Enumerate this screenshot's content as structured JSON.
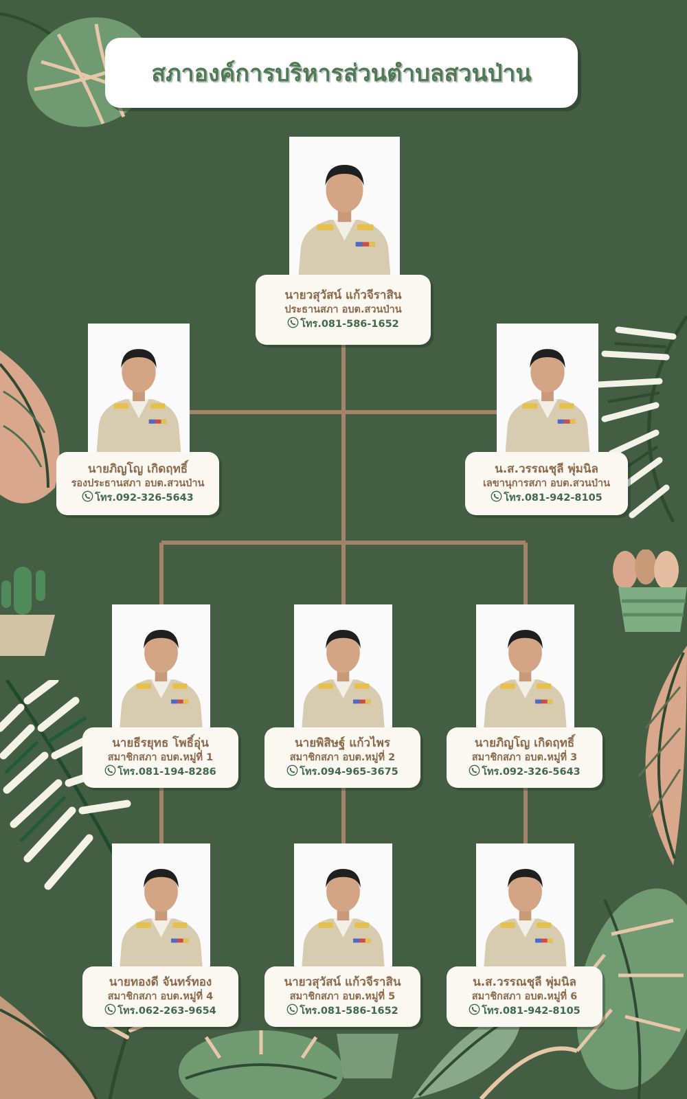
{
  "title": "สภาองค์การบริหารส่วนตำบลสวนป่าน",
  "colors": {
    "background": "#435e43",
    "connector": "#a38468",
    "name_text": "#8b6a4c",
    "phone_text": "#3f6a4c",
    "title_text": "#4f7a55",
    "card_bg": "#fbf8f1"
  },
  "phone_icon": "phone-icon",
  "people": {
    "chairman": {
      "name": "นายวสุวัสน์ แก้วจีราสิน",
      "role": "ประธานสภา อบต.สวนป่าน",
      "phone": "โทร.081-586-1652"
    },
    "vice": {
      "name": "นายภิญโญ  เกิดฤทธิ์",
      "role": "รองประธานสภา อบต.สวนป่าน",
      "phone": "โทร.092-326-5643"
    },
    "secretary": {
      "name": "น.ส.วรรณชุลี พุ่มนิล",
      "role": "เลขานุการสภา อบต.สวนป่าน",
      "phone": "โทร.081-942-8105"
    },
    "m1": {
      "name": "นายธีรยุทธ  โพธิ์อุ่น",
      "role": "สมาชิกสภา อบต.หมู่ที่ 1",
      "phone": "โทร.081-194-8286"
    },
    "m2": {
      "name": "นายพิสิษฐ์  แก้วไพร",
      "role": "สมาชิกสภา อบต.หมู่ที่ 2",
      "phone": "โทร.094-965-3675"
    },
    "m3": {
      "name": "นายภิญโญ  เกิดฤทธิ์",
      "role": "สมาชิกสภา อบต.หมู่ที่ 3",
      "phone": "โทร.092-326-5643"
    },
    "m4": {
      "name": "นายทองดี  จันทร์ทอง",
      "role": "สมาชิกสภา อบต.หมู่ที่ 4",
      "phone": "โทร.062-263-9654"
    },
    "m5": {
      "name": "นายวสุวัสน์  แก้วจีราสิน",
      "role": "สมาชิกสภา อบต.หมู่ที่ 5",
      "phone": "โทร.081-586-1652"
    },
    "m6": {
      "name": "น.ส.วรรณชุลี  พุ่มนิล",
      "role": "สมาชิกสภา อบต.หมู่ที่ 6",
      "phone": "โทร.081-942-8105"
    }
  }
}
